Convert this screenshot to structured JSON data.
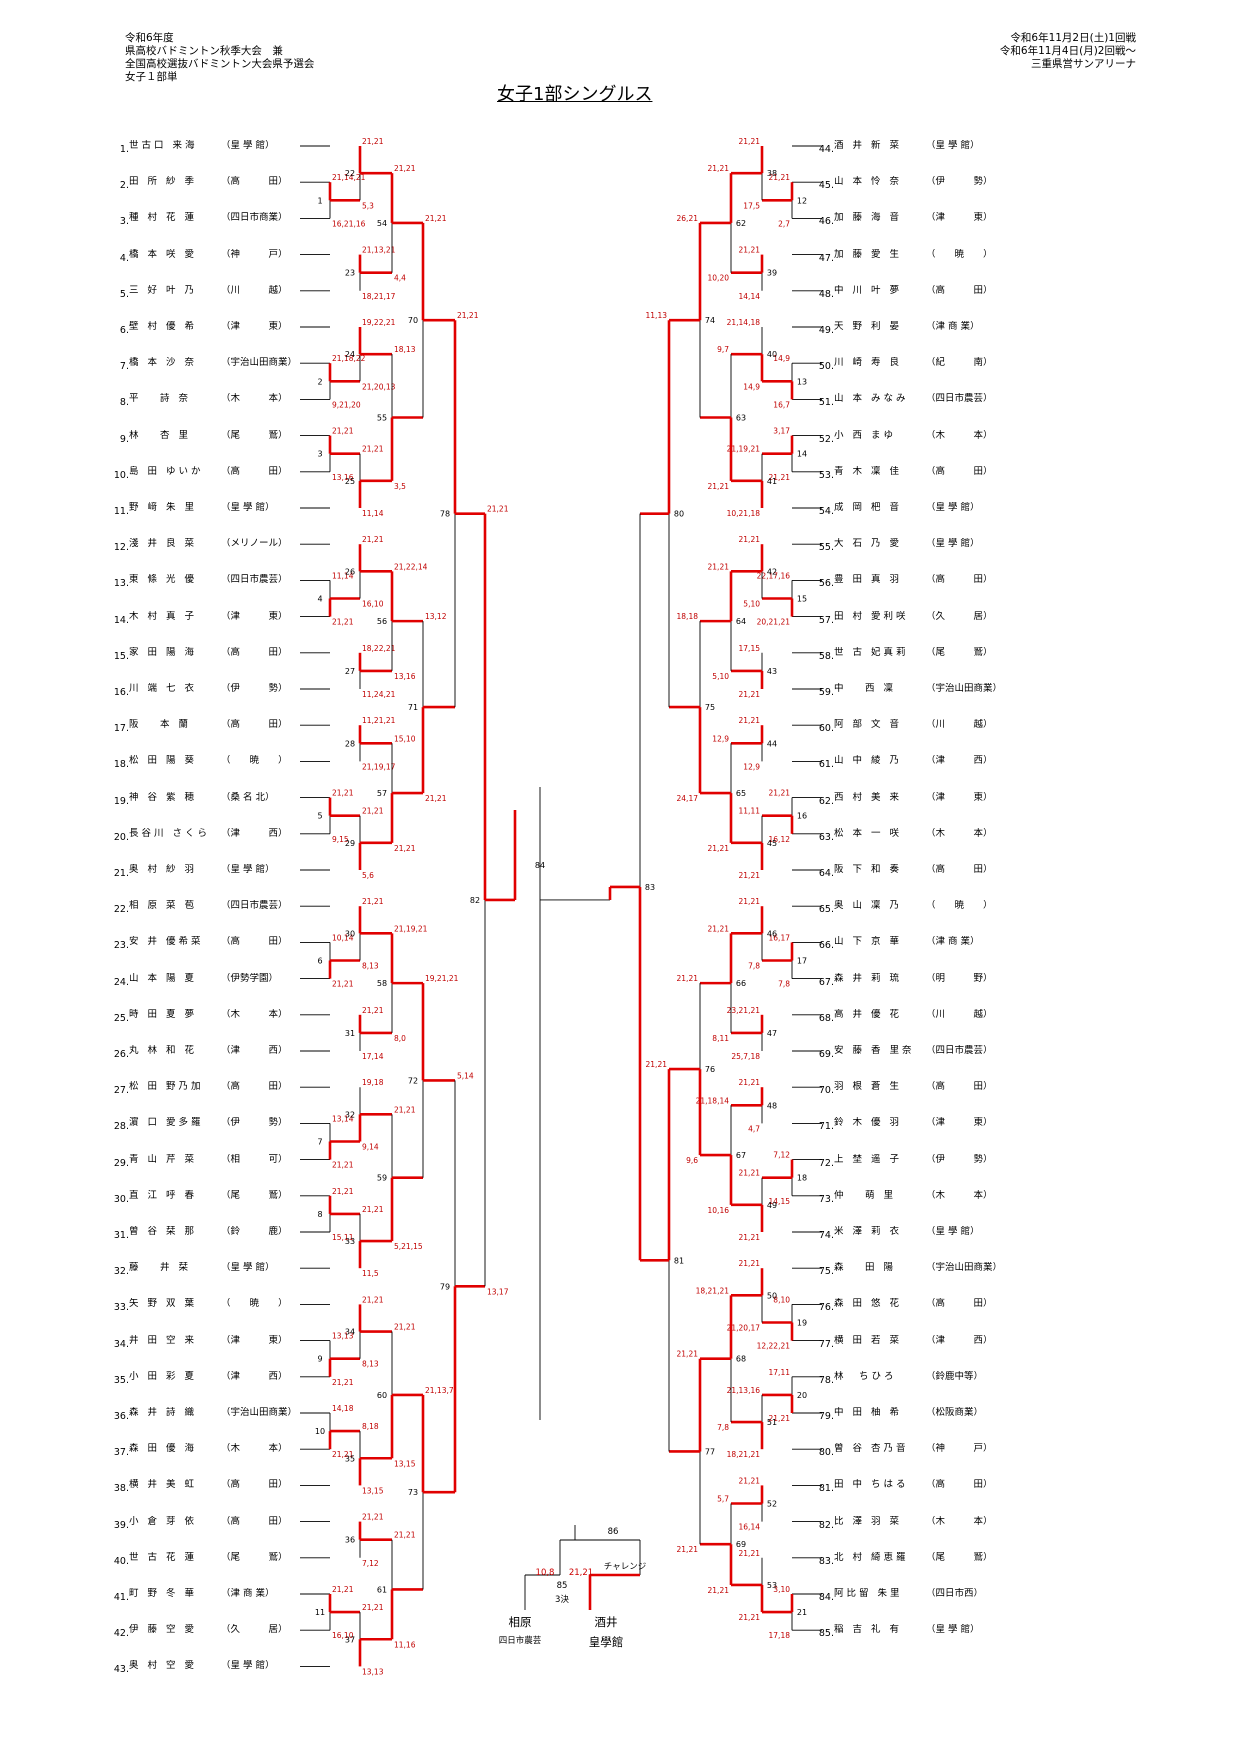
{
  "header": {
    "left_lines": [
      "令和6年度",
      "県高校バドミントン秋季大会　兼",
      "全国高校選抜バドミントン大会県予選会",
      "女子１部単"
    ],
    "right_lines": [
      "令和6年11月2日(土)1回戦",
      "令和6年11月4日(月)2回戦～",
      "三重県営サンアリーナ"
    ],
    "title": "女子1部シングルス"
  },
  "left_players": [
    {
      "no": "1.",
      "name": "世古口 来海",
      "school": "（皇 學 館）"
    },
    {
      "no": "2.",
      "name": "田 所 紗 季",
      "school": "（高　　　田）"
    },
    {
      "no": "3.",
      "name": "種 村 花 蓮",
      "school": "（四日市商業）"
    },
    {
      "no": "4.",
      "name": "橋 本 咲 愛",
      "school": "（神　　　戸）"
    },
    {
      "no": "5.",
      "name": "三 好 叶 乃",
      "school": "（川　　　越）"
    },
    {
      "no": "6.",
      "name": "壁 村 優 希",
      "school": "（津　　　東）"
    },
    {
      "no": "7.",
      "name": "橋 本 沙 奈",
      "school": "（宇治山田商業）"
    },
    {
      "no": "8.",
      "name": "平　 詩 奈",
      "school": "（木　　　本）"
    },
    {
      "no": "9.",
      "name": "林　 杏 里",
      "school": "（尾　　　鷲）"
    },
    {
      "no": "10.",
      "name": "島 田 ゆいか",
      "school": "（高　　　田）"
    },
    {
      "no": "11.",
      "name": "野 﨑 朱 里",
      "school": "（皇 學 館）"
    },
    {
      "no": "12.",
      "name": "淺 井 良 菜",
      "school": "（メリノール）"
    },
    {
      "no": "13.",
      "name": "東 條 光 優",
      "school": "（四日市農芸）"
    },
    {
      "no": "14.",
      "name": "木 村 真 子",
      "school": "（津　　　東）"
    },
    {
      "no": "15.",
      "name": "家 田 陽 海",
      "school": "（高　　　田）"
    },
    {
      "no": "16.",
      "name": "川 端 七 衣",
      "school": "（伊　　　勢）"
    },
    {
      "no": "17.",
      "name": "阪　 本 蘭",
      "school": "（高　　　田）"
    },
    {
      "no": "18.",
      "name": "松 田 陽 葵",
      "school": "（　　暁　　）"
    },
    {
      "no": "19.",
      "name": "神 谷 紫 穂",
      "school": "（桑 名 北）"
    },
    {
      "no": "20.",
      "name": "長谷川 さくら",
      "school": "（津　　　西）"
    },
    {
      "no": "21.",
      "name": "奥 村 紗 羽",
      "school": "（皇 學 館）"
    },
    {
      "no": "22.",
      "name": "相 原 菜 苞",
      "school": "（四日市農芸）"
    },
    {
      "no": "23.",
      "name": "安 井 優希菜",
      "school": "（高　　　田）"
    },
    {
      "no": "24.",
      "name": "山 本 陽 夏",
      "school": "（伊勢学園）"
    },
    {
      "no": "25.",
      "name": "時 田 夏 夢",
      "school": "（木　　　本）"
    },
    {
      "no": "26.",
      "name": "丸 林 和 花",
      "school": "（津　　　西）"
    },
    {
      "no": "27.",
      "name": "松 田 野乃加",
      "school": "（高　　　田）"
    },
    {
      "no": "28.",
      "name": "濵 口 愛多羅",
      "school": "（伊　　　勢）"
    },
    {
      "no": "29.",
      "name": "青 山 芹 菜",
      "school": "（相　　　可）"
    },
    {
      "no": "30.",
      "name": "直 江 呼 春",
      "school": "（尾　　　鷲）"
    },
    {
      "no": "31.",
      "name": "曽 谷 栞 那",
      "school": "（鈴　　　鹿）"
    },
    {
      "no": "32.",
      "name": "藤　 井 栞",
      "school": "（皇 學 館）"
    },
    {
      "no": "33.",
      "name": "矢 野 双 葉",
      "school": "（　　暁　　）"
    },
    {
      "no": "34.",
      "name": "井 田 空 来",
      "school": "（津　　　東）"
    },
    {
      "no": "35.",
      "name": "小 田 彩 夏",
      "school": "（津　　　西）"
    },
    {
      "no": "36.",
      "name": "森 井 詩 織",
      "school": "（宇治山田商業）"
    },
    {
      "no": "37.",
      "name": "森 田 優 海",
      "school": "（木　　　本）"
    },
    {
      "no": "38.",
      "name": "横 井 美 虹",
      "school": "（高　　　田）"
    },
    {
      "no": "39.",
      "name": "小 倉 芽 依",
      "school": "（高　　　田）"
    },
    {
      "no": "40.",
      "name": "世 古 花 蓮",
      "school": "（尾　　　鷲）"
    },
    {
      "no": "41.",
      "name": "町 野 冬 華",
      "school": "（津 商 業）"
    },
    {
      "no": "42.",
      "name": "伊 藤 空 愛",
      "school": "（久　　　居）"
    },
    {
      "no": "43.",
      "name": "奥 村 空 愛",
      "school": "（皇 學 館）"
    }
  ],
  "right_players": [
    {
      "no": "44.",
      "name": "酒 井 新 菜",
      "school": "（皇 學 館）"
    },
    {
      "no": "45.",
      "name": "山 本 怜 奈",
      "school": "（伊　　　勢）"
    },
    {
      "no": "46.",
      "name": "加 藤 海 音",
      "school": "（津　　　東）"
    },
    {
      "no": "47.",
      "name": "加 藤 愛 生",
      "school": "（　　暁　　）"
    },
    {
      "no": "48.",
      "name": "中 川 叶 夢",
      "school": "（高　　　田）"
    },
    {
      "no": "49.",
      "name": "天 野 利 晏",
      "school": "（津 商 業）"
    },
    {
      "no": "50.",
      "name": "川 崎 寿 良",
      "school": "（紀　　　南）"
    },
    {
      "no": "51.",
      "name": "山 本 みなみ",
      "school": "（四日市農芸）"
    },
    {
      "no": "52.",
      "name": "小 西 まゆ",
      "school": "（木　　　本）"
    },
    {
      "no": "53.",
      "name": "青 木 凜 佳",
      "school": "（高　　　田）"
    },
    {
      "no": "54.",
      "name": "成 岡 杷 音",
      "school": "（皇 學 館）"
    },
    {
      "no": "55.",
      "name": "大 石 乃 愛",
      "school": "（皇 學 館）"
    },
    {
      "no": "56.",
      "name": "豊 田 真 羽",
      "school": "（高　　　田）"
    },
    {
      "no": "57.",
      "name": "田 村 愛利咲",
      "school": "（久　　　居）"
    },
    {
      "no": "58.",
      "name": "世 古 妃真莉",
      "school": "（尾　　　鷲）"
    },
    {
      "no": "59.",
      "name": "中　 西 凜",
      "school": "（宇治山田商業）"
    },
    {
      "no": "60.",
      "name": "阿 部 文 音",
      "school": "（川　　　越）"
    },
    {
      "no": "61.",
      "name": "山 中 綾 乃",
      "school": "（津　　　西）"
    },
    {
      "no": "62.",
      "name": "西 村 美 来",
      "school": "（津　　　東）"
    },
    {
      "no": "63.",
      "name": "松 本 一 咲",
      "school": "（木　　　本）"
    },
    {
      "no": "64.",
      "name": "阪 下 和 奏",
      "school": "（高　　　田）"
    },
    {
      "no": "65.",
      "name": "奥 山 凜 乃",
      "school": "（　　暁　　）"
    },
    {
      "no": "66.",
      "name": "山 下 京 華",
      "school": "（津 商 業）"
    },
    {
      "no": "67.",
      "name": "森 井 莉 琉",
      "school": "（明　　　野）"
    },
    {
      "no": "68.",
      "name": "高 井 優 花",
      "school": "（川　　　越）"
    },
    {
      "no": "69.",
      "name": "安 藤 香 里奈",
      "school": "（四日市農芸）"
    },
    {
      "no": "70.",
      "name": "羽 根 蒼 生",
      "school": "（高　　　田）"
    },
    {
      "no": "71.",
      "name": "鈴 木 優 羽",
      "school": "（津　　　東）"
    },
    {
      "no": "72.",
      "name": "上 埜 遥 子",
      "school": "（伊　　　勢）"
    },
    {
      "no": "73.",
      "name": "仲　 萌 里",
      "school": "（木　　　本）"
    },
    {
      "no": "74.",
      "name": "米 澤 莉 衣",
      "school": "（皇 學 館）"
    },
    {
      "no": "75.",
      "name": "森　 田 陽",
      "school": "（宇治山田商業）"
    },
    {
      "no": "76.",
      "name": "森 田 悠 花",
      "school": "（高　　　田）"
    },
    {
      "no": "77.",
      "name": "横 田 若 菜",
      "school": "（津　　　西）"
    },
    {
      "no": "78.",
      "name": "林　ちひろ",
      "school": "（鈴鹿中等）"
    },
    {
      "no": "79.",
      "name": "中 田 柚 希",
      "school": "（松阪商業）"
    },
    {
      "no": "80.",
      "name": "曽 谷 杏乃音",
      "school": "（神　　　戸）"
    },
    {
      "no": "81.",
      "name": "田 中 ちはる",
      "school": "（高　　　田）"
    },
    {
      "no": "82.",
      "name": "比 澤 羽 菜",
      "school": "（木　　　本）"
    },
    {
      "no": "83.",
      "name": "北 村 綺恵羅",
      "school": "（尾　　　鷲）"
    },
    {
      "no": "84.",
      "name": "阿比留 朱里",
      "school": "（四日市西）"
    },
    {
      "no": "85.",
      "name": "稲 吉 礼 有",
      "school": "（皇 學 館）"
    }
  ],
  "final": {
    "left_name": "相原",
    "left_school": "四日市農芸",
    "right_name": "酒井",
    "right_school": "皇學館",
    "challenge_label": "チャレンジ",
    "third_label": "3決",
    "match_85": "85",
    "match_86": "86",
    "score_left": "10,8",
    "score_right": "21,21"
  },
  "matches": {
    "left": [
      {
        "no": "1",
        "scores": [
          "21,14,21",
          "16,21,16"
        ]
      },
      {
        "no": "2",
        "scores": [
          "21,18,22",
          "9,21,20"
        ]
      },
      {
        "no": "3",
        "scores": [
          "21,21",
          "13,16"
        ]
      },
      {
        "no": "4",
        "scores": [
          "11,14",
          "21,21"
        ]
      },
      {
        "no": "5",
        "scores": [
          "21,21",
          "9,15"
        ]
      },
      {
        "no": "6",
        "scores": [
          "10,14",
          "21,21"
        ]
      },
      {
        "no": "7",
        "scores": [
          "13,14",
          "21,21"
        ]
      },
      {
        "no": "8",
        "scores": [
          "21,21",
          "15,11"
        ]
      },
      {
        "no": "9",
        "scores": [
          "13,13",
          "21,21"
        ]
      },
      {
        "no": "10",
        "scores": [
          "14,18",
          "21,21"
        ]
      },
      {
        "no": "11",
        "scores": [
          "21,21",
          "16,10"
        ]
      },
      {
        "no": "22",
        "scores": [
          "21,21",
          "5,3"
        ]
      },
      {
        "no": "23",
        "scores": [
          "21,13,21",
          "18,21,17"
        ]
      },
      {
        "no": "24",
        "scores": [
          "19,22,21",
          "21,20,13"
        ]
      },
      {
        "no": "25",
        "scores": [
          "21,21",
          "11,14"
        ]
      },
      {
        "no": "26",
        "scores": [
          "21,21",
          "16,10"
        ]
      },
      {
        "no": "27",
        "scores": [
          "18,22,21",
          "11,24,21"
        ]
      },
      {
        "no": "28",
        "scores": [
          "11,21,21",
          "21,19,17"
        ]
      },
      {
        "no": "29",
        "scores": [
          "21,21",
          "5,6"
        ]
      },
      {
        "no": "30",
        "scores": [
          "21,21",
          "8,13"
        ]
      },
      {
        "no": "31",
        "scores": [
          "21,21",
          "17,14"
        ]
      },
      {
        "no": "32",
        "scores": [
          "19,18",
          "9,14"
        ]
      },
      {
        "no": "33",
        "scores": [
          "21,21",
          "11,5"
        ]
      },
      {
        "no": "34",
        "scores": [
          "21,21",
          "8,13"
        ]
      },
      {
        "no": "35",
        "scores": [
          "8,18",
          "13,15"
        ]
      },
      {
        "no": "36",
        "scores": [
          "21,21",
          "7,12"
        ]
      },
      {
        "no": "37",
        "scores": [
          "21,21",
          "13,13"
        ]
      },
      {
        "no": "54",
        "scores": [
          "21,21",
          "4,4"
        ]
      },
      {
        "no": "55",
        "scores": [
          "18,13",
          "3,5"
        ]
      },
      {
        "no": "56",
        "scores": [
          "21,22,14",
          "13,16"
        ]
      },
      {
        "no": "57",
        "scores": [
          "15,10",
          "21,21"
        ]
      },
      {
        "no": "58",
        "scores": [
          "21,19,21",
          "8,0"
        ]
      },
      {
        "no": "59",
        "scores": [
          "21,21",
          "5,21,15"
        ]
      },
      {
        "no": "60",
        "scores": [
          "21,21",
          "13,15"
        ]
      },
      {
        "no": "61",
        "scores": [
          "21,21",
          "11,16"
        ]
      },
      {
        "no": "70",
        "scores": [
          "21,21"
        ]
      },
      {
        "no": "71",
        "scores": [
          "13,12",
          "21,21"
        ]
      },
      {
        "no": "72",
        "scores": [
          "19,21,21"
        ]
      },
      {
        "no": "73",
        "scores": [
          "21,13,7"
        ]
      },
      {
        "no": "78",
        "scores": [
          "21,21"
        ]
      },
      {
        "no": "79",
        "scores": [
          "5,14"
        ]
      },
      {
        "no": "82",
        "scores": [
          "21,21",
          "13,17"
        ]
      },
      {
        "no": "84",
        "scores": []
      }
    ],
    "right": [
      {
        "no": "12",
        "scores": [
          "21,21",
          "2,7"
        ]
      },
      {
        "no": "13",
        "scores": [
          "14,9",
          "16,7"
        ]
      },
      {
        "no": "14",
        "scores": [
          "3,17",
          "21,21"
        ]
      },
      {
        "no": "15",
        "scores": [
          "22,17,16",
          "20,21,21"
        ]
      },
      {
        "no": "16",
        "scores": [
          "21,21",
          "16,12"
        ]
      },
      {
        "no": "17",
        "scores": [
          "16,17",
          "7,8"
        ]
      },
      {
        "no": "18",
        "scores": [
          "7,12",
          "14,15"
        ]
      },
      {
        "no": "19",
        "scores": [
          "8,10",
          "12,22,21"
        ]
      },
      {
        "no": "20",
        "scores": [
          "17,11",
          "21,21"
        ]
      },
      {
        "no": "21",
        "scores": [
          "3,10",
          "17,18"
        ]
      },
      {
        "no": "38",
        "scores": [
          "21,21",
          "17,5"
        ]
      },
      {
        "no": "39",
        "scores": [
          "21,21",
          "14,14"
        ]
      },
      {
        "no": "40",
        "scores": [
          "21,14,18",
          "14,9"
        ]
      },
      {
        "no": "41",
        "scores": [
          "21,19,21",
          "10,21,18"
        ]
      },
      {
        "no": "42",
        "scores": [
          "21,21",
          "5,10"
        ]
      },
      {
        "no": "43",
        "scores": [
          "17,15",
          "21,21"
        ]
      },
      {
        "no": "44",
        "scores": [
          "21,21",
          "12,9"
        ]
      },
      {
        "no": "45",
        "scores": [
          "11,11",
          "21,21"
        ]
      },
      {
        "no": "46",
        "scores": [
          "21,21",
          "7,8"
        ]
      },
      {
        "no": "47",
        "scores": [
          "23,21,21",
          "25,7,18"
        ]
      },
      {
        "no": "48",
        "scores": [
          "21,21",
          "4,7"
        ]
      },
      {
        "no": "49",
        "scores": [
          "21,21",
          "21,21"
        ]
      },
      {
        "no": "50",
        "scores": [
          "21,21",
          "21,20,17"
        ]
      },
      {
        "no": "51",
        "scores": [
          "21,13,16",
          "18,21,21"
        ]
      },
      {
        "no": "52",
        "scores": [
          "21,21",
          "16,14"
        ]
      },
      {
        "no": "53",
        "scores": [
          "21,21",
          "21,21"
        ]
      },
      {
        "no": "62",
        "scores": [
          "21,21",
          "10,20"
        ]
      },
      {
        "no": "63",
        "scores": [
          "9,7",
          "21,21"
        ]
      },
      {
        "no": "64",
        "scores": [
          "21,21",
          "5,10"
        ]
      },
      {
        "no": "65",
        "scores": [
          "12,9",
          "21,21"
        ]
      },
      {
        "no": "66",
        "scores": [
          "21,21",
          "8,11"
        ]
      },
      {
        "no": "67",
        "scores": [
          "21,18,14",
          "10,16"
        ]
      },
      {
        "no": "68",
        "scores": [
          "18,21,21",
          "7,8"
        ]
      },
      {
        "no": "69",
        "scores": [
          "5,7",
          "21,21"
        ]
      },
      {
        "no": "74",
        "scores": [
          "26,21"
        ]
      },
      {
        "no": "75",
        "scores": [
          "18,18",
          "24,17"
        ]
      },
      {
        "no": "76",
        "scores": [
          "21,21",
          "9,6"
        ]
      },
      {
        "no": "77",
        "scores": [
          "21,21",
          "21,21"
        ]
      },
      {
        "no": "80",
        "scores": [
          "11,13"
        ]
      },
      {
        "no": "81",
        "scores": [
          "21,21"
        ]
      },
      {
        "no": "83",
        "scores": []
      }
    ]
  }
}
